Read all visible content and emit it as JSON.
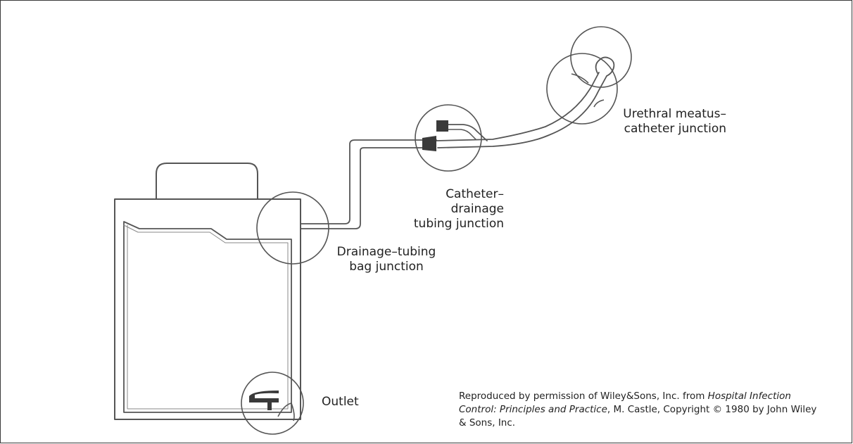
{
  "labels": {
    "urethral": [
      "Urethral meatus–",
      "catheter junction"
    ],
    "catheter": [
      "Catheter–drainage",
      "tubing junction"
    ],
    "drainage": [
      "Drainage–tubing",
      "bag junction"
    ],
    "outlet": "Outlet"
  },
  "credit": {
    "pre": "Reproduced by permission of Wiley&Sons, Inc. from ",
    "title": "Hospital Infection Control: Principles and Practice",
    "post": ", M. Castle, Copyright © 1980 by John Wiley & Sons, Inc."
  },
  "colors": {
    "line": "#555555",
    "dark": "#3a3a3a",
    "fill": "#ffffff"
  }
}
